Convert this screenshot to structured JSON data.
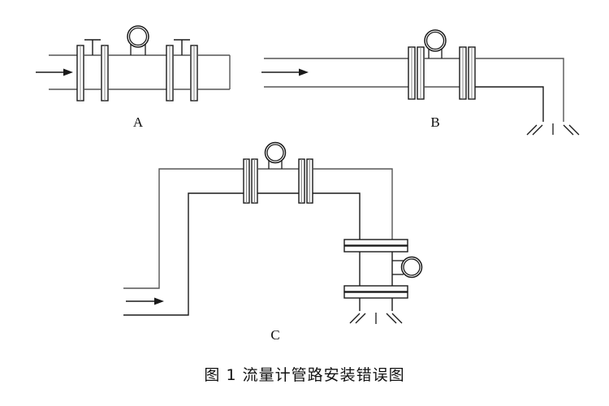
{
  "figure": {
    "caption_number": "图 1",
    "caption_title": "流量计管路安装错误图",
    "caption_full": "图 1  流量计管路安装错误图"
  },
  "panels": [
    {
      "id": "A",
      "label": "A",
      "description": "水平管路流量计安装，两端法兰对，上方表头，管路末端封闭",
      "elements": {
        "flow_arrow": "flow-arrow-right",
        "gauge": "gauge-dial",
        "flange_pairs": 2,
        "valve_stems": 2,
        "pipe_end": "capped"
      }
    },
    {
      "id": "B",
      "label": "B",
      "description": "水平管路流量计后直接向下自由排放",
      "elements": {
        "flow_arrow": "flow-arrow-right",
        "gauge": "gauge-dial",
        "flange_pairs": 2,
        "discharge": "free-discharge-spray"
      }
    },
    {
      "id": "C",
      "label": "C",
      "description": "立管升高后水平流量计，再经立管向下自由排放，立管段另装流量计",
      "elements": {
        "flow_arrow": "flow-arrow-right",
        "gauge_horizontal": "gauge-dial",
        "gauge_vertical": "gauge-dial",
        "flange_pairs": 2,
        "vertical_flanges": 2,
        "discharge": "free-discharge-spray"
      }
    }
  ],
  "colors": {
    "line": "#1a1a1a",
    "line_light": "#555555",
    "background": "#ffffff",
    "text": "#111111"
  }
}
